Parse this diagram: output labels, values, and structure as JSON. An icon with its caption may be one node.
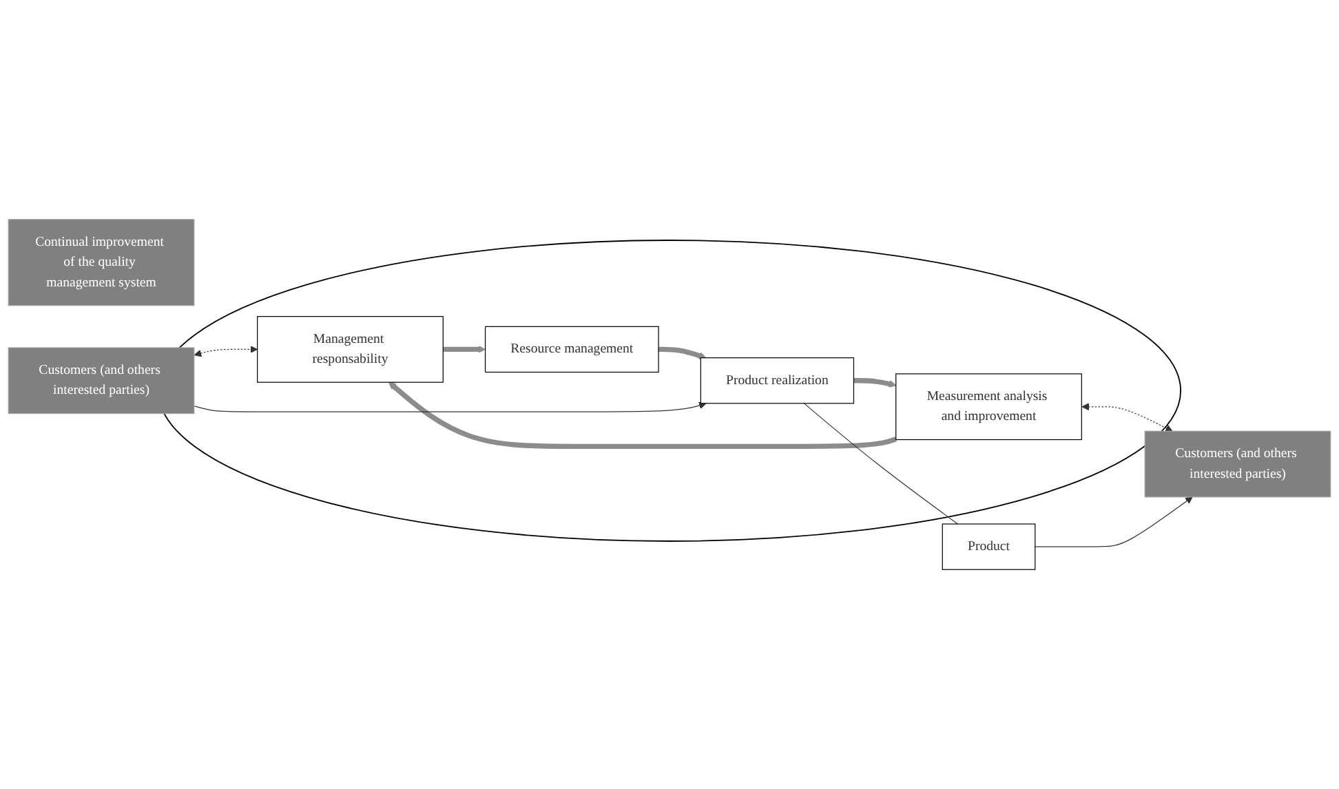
{
  "diagram": {
    "nodes": [
      {
        "text": [
          "Continual improvement of the quality management system"
        ]
      },
      {
        "text": [
          "Customers (and others interested parties)"
        ]
      },
      {
        "text": [],
        "shape": "ellipse"
      },
      {
        "text": [
          "Management responsability"
        ],
        "in": 2
      },
      {
        "text": [
          "Resource management"
        ],
        "in": 2
      },
      {
        "text": [
          "Measurement analysis and improvement"
        ],
        "in": 2
      },
      {
        "text": [
          "Product realization"
        ],
        "in": 2
      },
      {
        "text": [
          "Product"
        ]
      },
      {
        "text": [
          "Customers (and others interested parties)"
        ]
      }
    ],
    "edges": [
      {
        "from": 1,
        "to": 3,
        "arrow": "both",
        "style": "dashed"
      },
      {
        "from": 3,
        "to": 4,
        "arrow": "to",
        "style": "thick",
        "color": "#8c8c8c"
      },
      {
        "from": 4,
        "to": 6,
        "arrow": "to",
        "style": "thick",
        "color": "#8c8c8c"
      },
      {
        "from": 6,
        "to": 5,
        "arrow": "to",
        "style": "thick",
        "color": "#8c8c8c"
      },
      {
        "from": 5,
        "to": 3,
        "arrow": "to",
        "style": "thick",
        "color": "#8c8c8c"
      },
      {
        "from": 5,
        "to": 8,
        "arrow": "both",
        "style": "dashed"
      },
      {
        "from": 1,
        "to": 6,
        "arrow": "to"
      },
      {
        "from": 6,
        "to": 7,
        "arrow": "none"
      },
      {
        "from": 7,
        "to": 8,
        "arrow": "to"
      }
    ]
  }
}
